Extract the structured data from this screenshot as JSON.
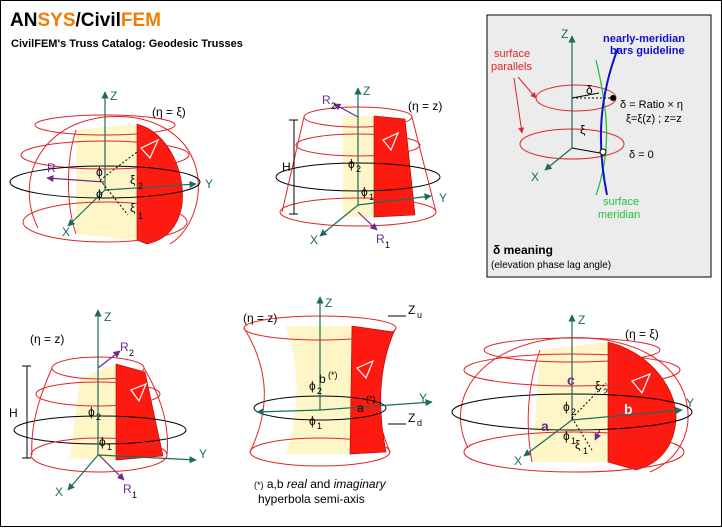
{
  "header": {
    "logo_a": "A",
    "logo_n": "N",
    "logo_sys": "SYS",
    "logo_slash": "/",
    "logo_civil": "Civil",
    "logo_fem": "FEM",
    "subtitle": "CivilFEM's Truss Catalog: Geodesic Trusses"
  },
  "colors": {
    "brand_orange": "#f07d00",
    "red_band": "#ff1a10",
    "yellow_fill": "#fff6c8",
    "panel_bg": "#ececec"
  },
  "fig1": {
    "eta": "(η = ξ)",
    "z": "Z",
    "y": "Y",
    "x": "X",
    "r": "R",
    "phi": "ϕ",
    "xi": "ξ",
    "s2": "2",
    "s1": "1"
  },
  "fig2": {
    "eta": "(η = z)",
    "z": "Z",
    "y": "Y",
    "x": "X",
    "r": "R",
    "h": "H",
    "phi": "ϕ",
    "s2": "2",
    "s1": "1"
  },
  "fig3": {
    "eta": "(η = z)",
    "z": "Z",
    "y": "Y",
    "x": "X",
    "r": "R",
    "h": "H",
    "phi": "ϕ",
    "s2": "2",
    "s1": "1"
  },
  "fig4": {
    "eta": "(η = z)",
    "z": "Z",
    "y": "Y",
    "zu": "Z",
    "zd": "Z",
    "u": "u",
    "d": "d",
    "b": "b",
    "a": "a",
    "star": "(*)",
    "phi": "ϕ",
    "s2": "2",
    "s1": "1",
    "note_star": "(*)",
    "note_1a": "a,b ",
    "note_1b": "real",
    "note_1c": " and ",
    "note_1d": "imaginary",
    "note_2": "hyperbola semi-axis"
  },
  "fig5": {
    "eta": "(η = ξ)",
    "z": "Z",
    "y": "Y",
    "x": "X",
    "a": "a",
    "b": "b",
    "c": "c",
    "phi": "ϕ",
    "xi": "ξ",
    "s2": "2",
    "s1": "1"
  },
  "panel": {
    "z": "Z",
    "x": "X",
    "delta": "δ",
    "xi": "ξ",
    "surface_parallels_1": "surface",
    "surface_parallels_2": "parallels",
    "guideline_1": "nearly-meridian",
    "guideline_2": "bars guideline",
    "eq1": "δ = Ratio × η",
    "eq2": "ξ=ξ(z) ; z=z",
    "eq3": "δ = 0",
    "surface_meridian_1": "surface",
    "surface_meridian_2": "meridian",
    "meaning_title": "δ meaning",
    "meaning_sub": "(elevation phase lag angle)"
  }
}
